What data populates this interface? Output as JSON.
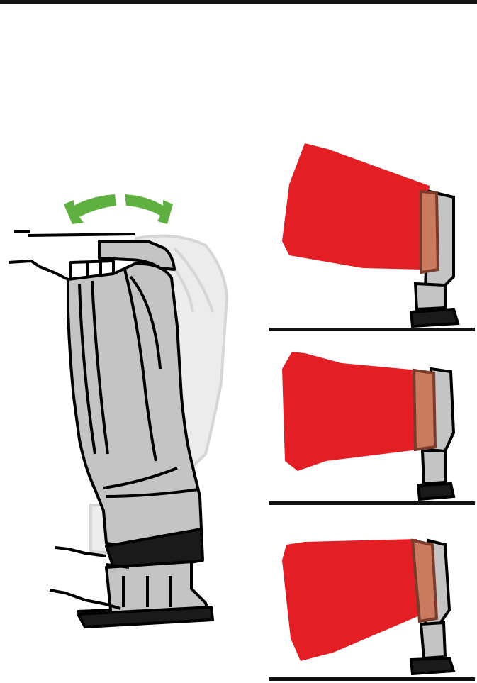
{
  "colors": {
    "frame": "#111111",
    "outline": "#000000",
    "body_fill": "#c4c4c4",
    "ghost_fill": "#ececec",
    "ghost_stroke": "#d6d6d6",
    "shoe": "#1a1a1a",
    "beam": "#e31e24",
    "lens": "#c97a5f",
    "lens_dark": "#7a3b2a",
    "arrow": "#5fb041",
    "white": "#ffffff"
  },
  "icons": {
    "rotation": "double-curved-arrow-icon",
    "beam": "light-beam-icon",
    "scanner": "handheld-scanner-icon"
  },
  "panels": [
    {
      "id": "tilted-up"
    },
    {
      "id": "level"
    },
    {
      "id": "tilted-down"
    }
  ]
}
